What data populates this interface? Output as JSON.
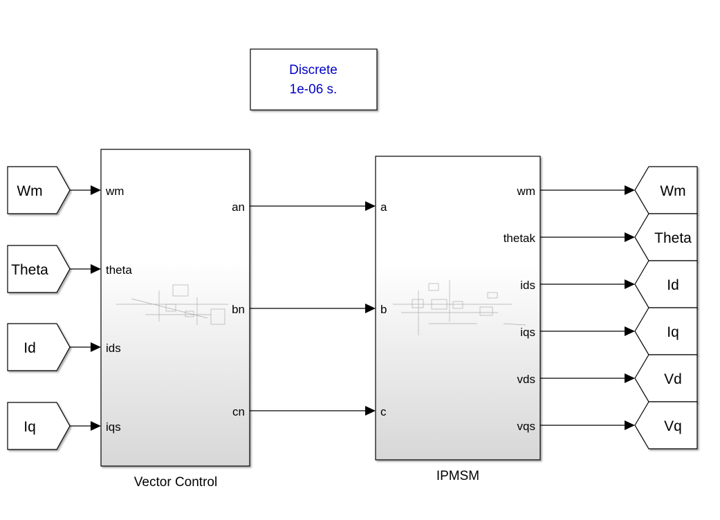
{
  "powergui": {
    "line1": "Discrete",
    "line2": "1e-06 s."
  },
  "goto_tags": [
    {
      "id": "from-wm",
      "label": "Wm"
    },
    {
      "id": "from-theta",
      "label": "Theta"
    },
    {
      "id": "from-id",
      "label": "Id"
    },
    {
      "id": "from-iq",
      "label": "Iq"
    }
  ],
  "vector_control": {
    "name": "Vector Control",
    "inputs": [
      "wm",
      "theta",
      "ids",
      "iqs"
    ],
    "outputs": [
      "an",
      "bn",
      "cn"
    ]
  },
  "ipmsm": {
    "name": "IPMSM",
    "inputs": [
      "a",
      "b",
      "c"
    ],
    "outputs": [
      "wm",
      "thetak",
      "ids",
      "iqs",
      "vds",
      "vqs"
    ]
  },
  "output_tags": [
    {
      "id": "goto-wm",
      "label": "Wm"
    },
    {
      "id": "goto-theta",
      "label": "Theta"
    },
    {
      "id": "goto-id",
      "label": "Id"
    },
    {
      "id": "goto-iq",
      "label": "Iq"
    },
    {
      "id": "goto-vd",
      "label": "Vd"
    },
    {
      "id": "goto-vq",
      "label": "Vq"
    }
  ],
  "colors": {
    "powergui_text": "#0000c8",
    "line": "#000000",
    "block_border": "#000000"
  }
}
